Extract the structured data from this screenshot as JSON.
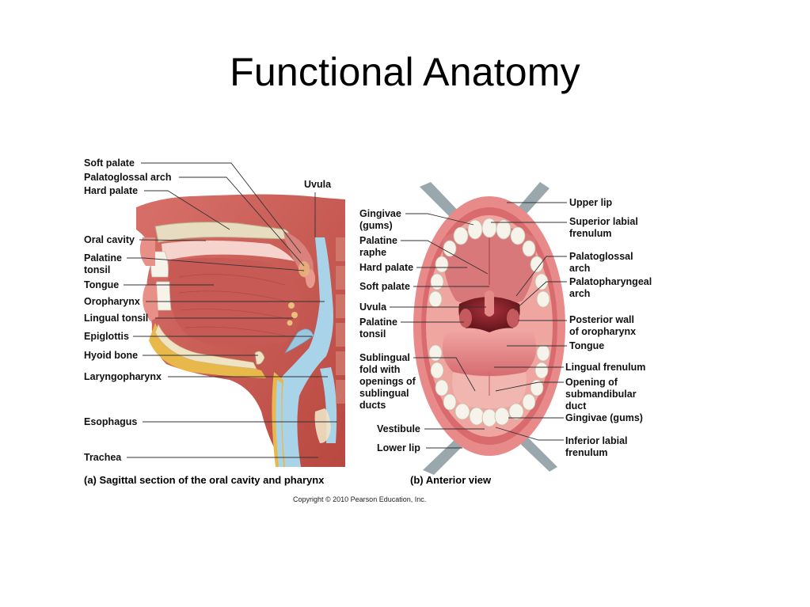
{
  "slide": {
    "title": "Functional Anatomy"
  },
  "panel_a": {
    "caption": "(a) Sagittal section of the oral cavity and pharynx",
    "labels": {
      "soft_palate": "Soft palate",
      "palatoglossal_arch": "Palatoglossal arch",
      "hard_palate": "Hard palate",
      "uvula": "Uvula",
      "oral_cavity": "Oral cavity",
      "palatine_tonsil_1": "Palatine",
      "palatine_tonsil_2": "tonsil",
      "tongue": "Tongue",
      "oropharynx": "Oropharynx",
      "lingual_tonsil": "Lingual tonsil",
      "epiglottis": "Epiglottis",
      "hyoid_bone": "Hyoid bone",
      "laryngopharynx": "Laryngopharynx",
      "esophagus": "Esophagus",
      "trachea": "Trachea"
    }
  },
  "panel_b": {
    "caption": "(b) Anterior view",
    "labels": {
      "gingivae_1": "Gingivae",
      "gingivae_2": "(gums)",
      "palatine_raphe_1": "Palatine",
      "palatine_raphe_2": "raphe",
      "hard_palate": "Hard palate",
      "soft_palate": "Soft palate",
      "uvula": "Uvula",
      "palatine_tonsil_1": "Palatine",
      "palatine_tonsil_2": "tonsil",
      "sublingual_1": "Sublingual",
      "sublingual_2": "fold with",
      "sublingual_3": "openings of",
      "sublingual_4": "sublingual",
      "sublingual_5": "ducts",
      "vestibule": "Vestibule",
      "lower_lip": "Lower lip",
      "upper_lip": "Upper lip",
      "superior_frenulum_1": "Superior labial",
      "superior_frenulum_2": "frenulum",
      "palatoglossal_1": "Palatoglossal",
      "palatoglossal_2": "arch",
      "palatopharyngeal_1": "Palatopharyngeal",
      "palatopharyngeal_2": "arch",
      "posterior_wall_1": "Posterior wall",
      "posterior_wall_2": "of oropharynx",
      "tongue": "Tongue",
      "lingual_frenulum": "Lingual frenulum",
      "submandibular_1": "Opening of",
      "submandibular_2": "submandibular",
      "submandibular_3": "duct",
      "gingivae_gums": "Gingivae (gums)",
      "inferior_frenulum_1": "Inferior labial",
      "inferior_frenulum_2": "frenulum"
    }
  },
  "copyright": "Copyright © 2010 Pearson Education, Inc.",
  "colors": {
    "muscle": "#c9584f",
    "tissue_light": "#f0b8b0",
    "bone": "#e8dcc0",
    "fat": "#e8b84a",
    "airway": "#a9d3e8",
    "teeth": "#f6f3ea",
    "throat_dark": "#7a1f24"
  }
}
